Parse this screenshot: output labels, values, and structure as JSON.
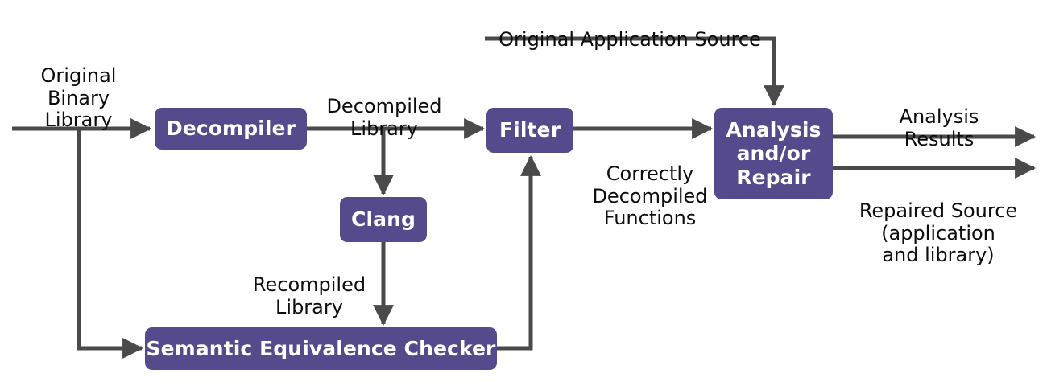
{
  "diagram": {
    "title": "Decompilation and Repair Pipeline",
    "colors": {
      "node_fill": "#554b8c",
      "node_text": "#ffffff",
      "edge_line": "#4a4a4a",
      "label_text": "#0d0d0d",
      "background": "#ffffff"
    },
    "nodes": [
      {
        "id": "decompiler",
        "label": "Decompiler"
      },
      {
        "id": "clang",
        "label": "Clang"
      },
      {
        "id": "semantic-equivalence-checker",
        "label": "Semantic Equivalence Checker"
      },
      {
        "id": "filter",
        "label": "Filter"
      },
      {
        "id": "analysis-and-or-repair",
        "label": "Analysis\nand/or\nRepair"
      }
    ],
    "edge_labels": [
      {
        "id": "original-binary-library",
        "text": "Original\nBinary\nLibrary"
      },
      {
        "id": "decompiled-library",
        "text": "Decompiled\nLibrary"
      },
      {
        "id": "original-application-source",
        "text": "Original Application Source"
      },
      {
        "id": "recompiled-library",
        "text": "Recompiled\nLibrary"
      },
      {
        "id": "correctly-decompiled-functions",
        "text": "Correctly\nDecompiled\nFunctions"
      },
      {
        "id": "analysis-results",
        "text": "Analysis\nResults"
      },
      {
        "id": "repaired-source",
        "text": "Repaired Source\n(application\nand library)"
      }
    ]
  }
}
